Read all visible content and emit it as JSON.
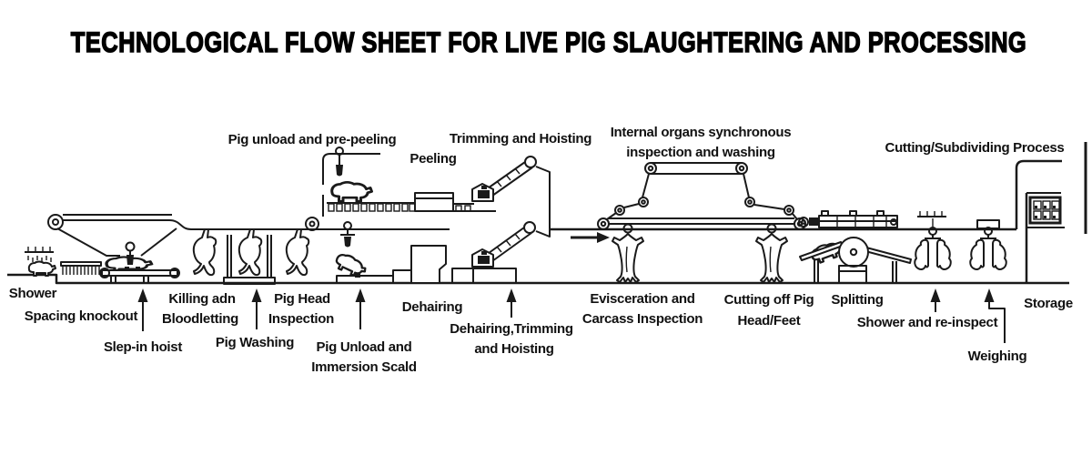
{
  "title": "TECHNOLOGICAL FLOW SHEET FOR LIVE PIG SLAUGHTERING AND PROCESSING",
  "colors": {
    "ink": "#1a1a1a",
    "background": "#ffffff"
  },
  "labels": {
    "shower": "Shower",
    "spacing_knockout": "Spacing knockout",
    "slep_in_hoist": "Slep-in hoist",
    "killing": [
      "Killing adn",
      "Bloodletting"
    ],
    "pig_washing": "Pig Washing",
    "pig_head_inspection": [
      "Pig Head",
      "Inspection"
    ],
    "pig_unload_pre_peeling": "Pig unload and pre-peeling",
    "peeling": "Peeling",
    "pig_unload_immersion_scald": [
      "Pig Unload and",
      "Immersion Scald"
    ],
    "dehairing": "Dehairing",
    "trimming_and_hoisting": "Trimming and Hoisting",
    "dehairing_trimming_hoisting": [
      "Dehairing,Trimming",
      "and Hoisting"
    ],
    "internal_organs": [
      "Internal organs synchronous",
      "inspection and washing"
    ],
    "evisceration": [
      "Evisceration and",
      "Carcass Inspection"
    ],
    "cutting_off_head_feet": [
      "Cutting off Pig",
      "Head/Feet"
    ],
    "splitting": "Splitting",
    "shower_reinspect": "Shower and re-inspect",
    "weighing": "Weighing",
    "cutting_subdividing": "Cutting/Subdividing Process",
    "storage": "Storage"
  }
}
